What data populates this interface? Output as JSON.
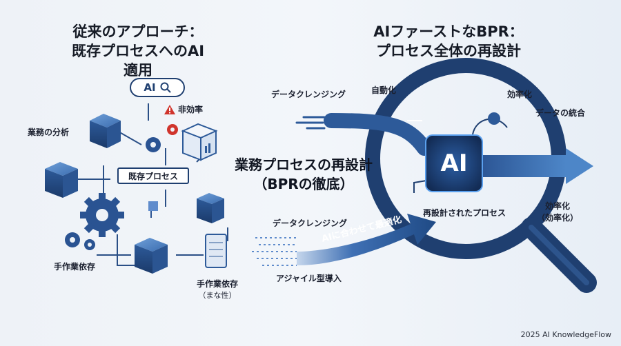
{
  "left_title": {
    "line1": "従来のアプローチ：",
    "line2": "既存プロセスへのAI適用"
  },
  "right_title": {
    "line1": "AIファーストなBPR：",
    "line2": "プロセス全体の再設計"
  },
  "center_title": {
    "line1": "業務プロセスの再設計",
    "line2": "（BPRの徹底）"
  },
  "left": {
    "ai_search": "AI",
    "inefficient": "非効率",
    "business_analysis": "業務の分析",
    "existing_process": "既存プロセス",
    "manual_dependency_1": "手作業依存",
    "manual_dependency_2": "手作業依存",
    "manual_dependency_note": "（まな性）"
  },
  "middle": {
    "data_cleansing_top": "データクレンジング",
    "data_cleansing_bottom": "データクレンジング",
    "optimize_for_ai": "AIに合わせて最適化",
    "agile": "アジャイル型導入"
  },
  "right": {
    "automation": "自動化",
    "efficiency": "効率化",
    "data_integration": "データの統合",
    "ai_core": "AI",
    "redesigned_process": "再設計されたプロセス",
    "efficiency_2": "効率化",
    "efficiency_2_note": "（効率化）"
  },
  "footer": "2025 AI KnowledgeFlow",
  "colors": {
    "navy": "#1e3f73",
    "mid_blue": "#3a6fb0",
    "light_blue": "#7fa8d8",
    "warn_red": "#d0342c"
  }
}
